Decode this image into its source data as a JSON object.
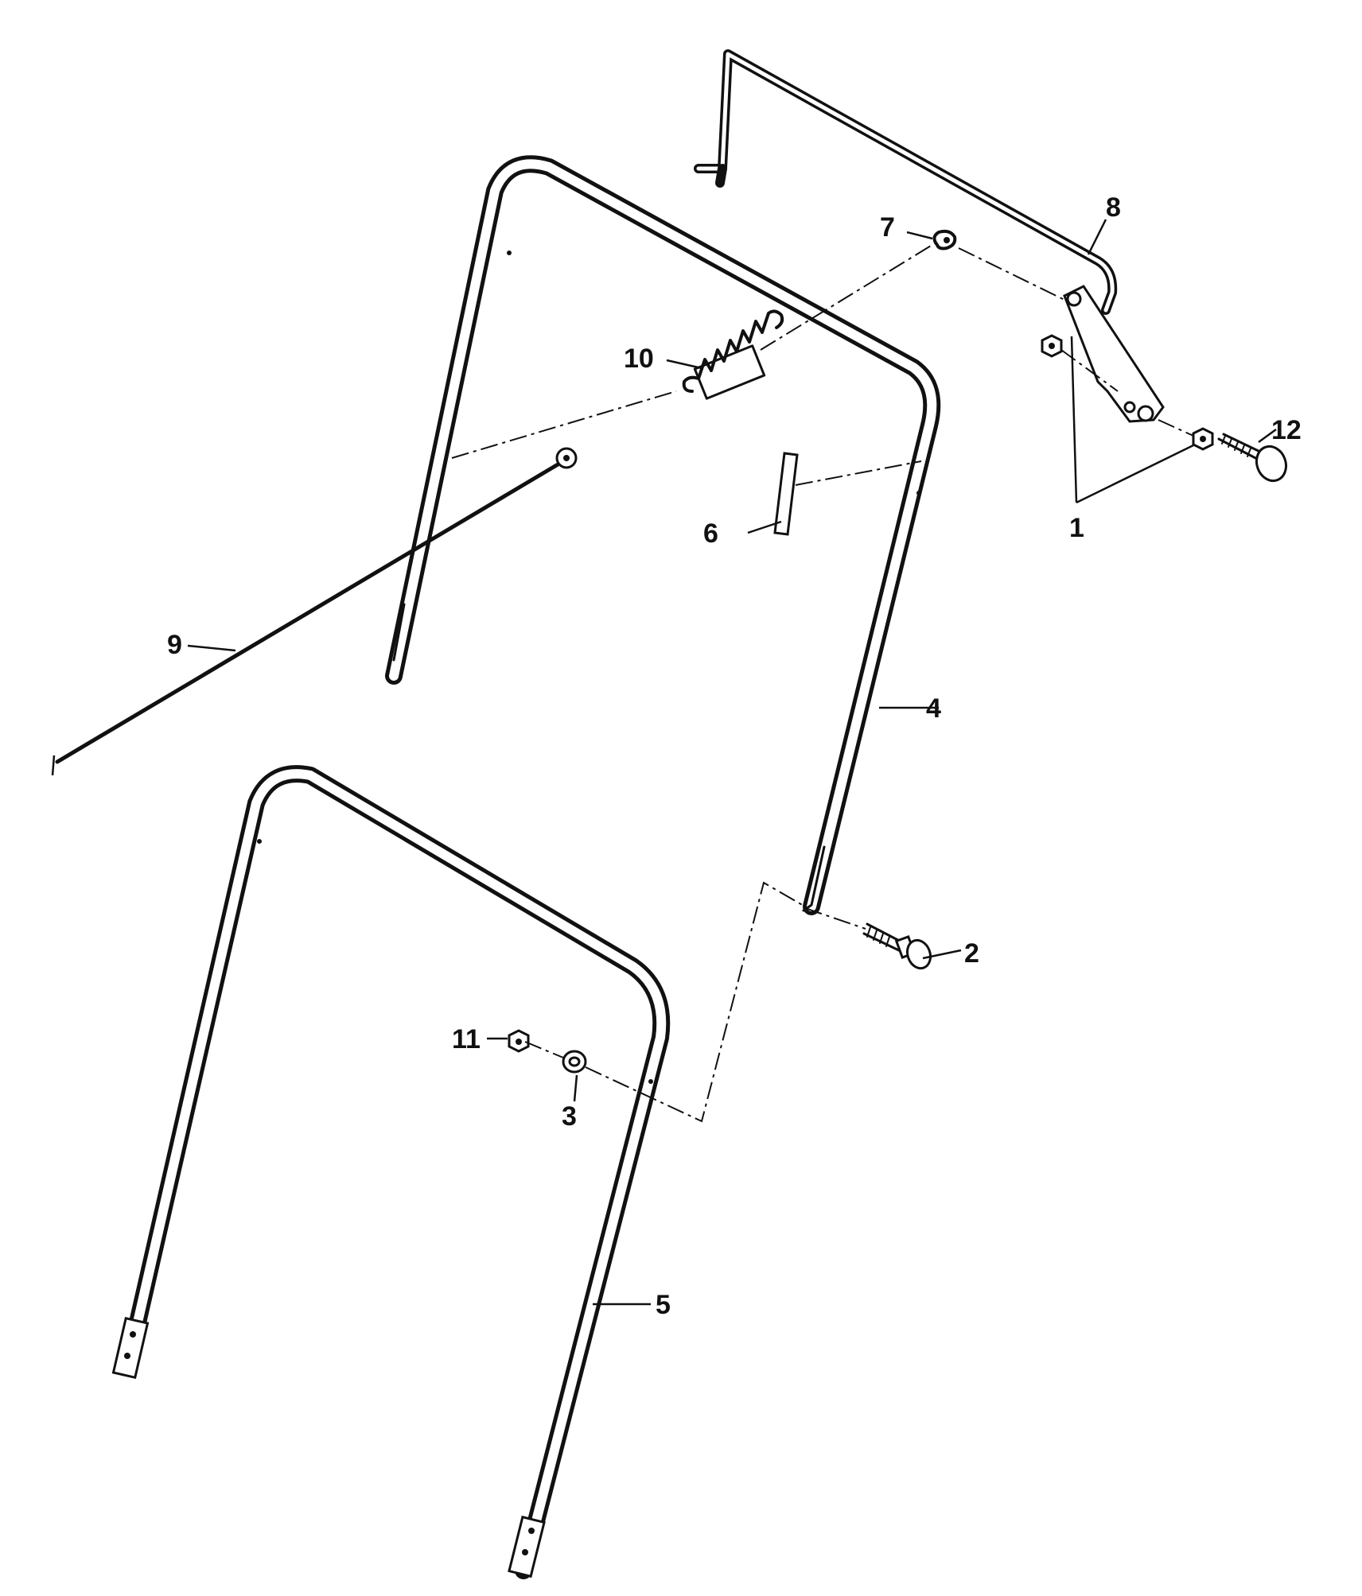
{
  "diagram": {
    "callouts": {
      "c1": "1",
      "c2": "2",
      "c3": "3",
      "c4": "4",
      "c5": "5",
      "c6": "6",
      "c7": "7",
      "c8": "8",
      "c9": "9",
      "c10": "10",
      "c11": "11",
      "c12": "12"
    },
    "colors": {
      "line": "#111111",
      "background": "#ffffff"
    }
  }
}
